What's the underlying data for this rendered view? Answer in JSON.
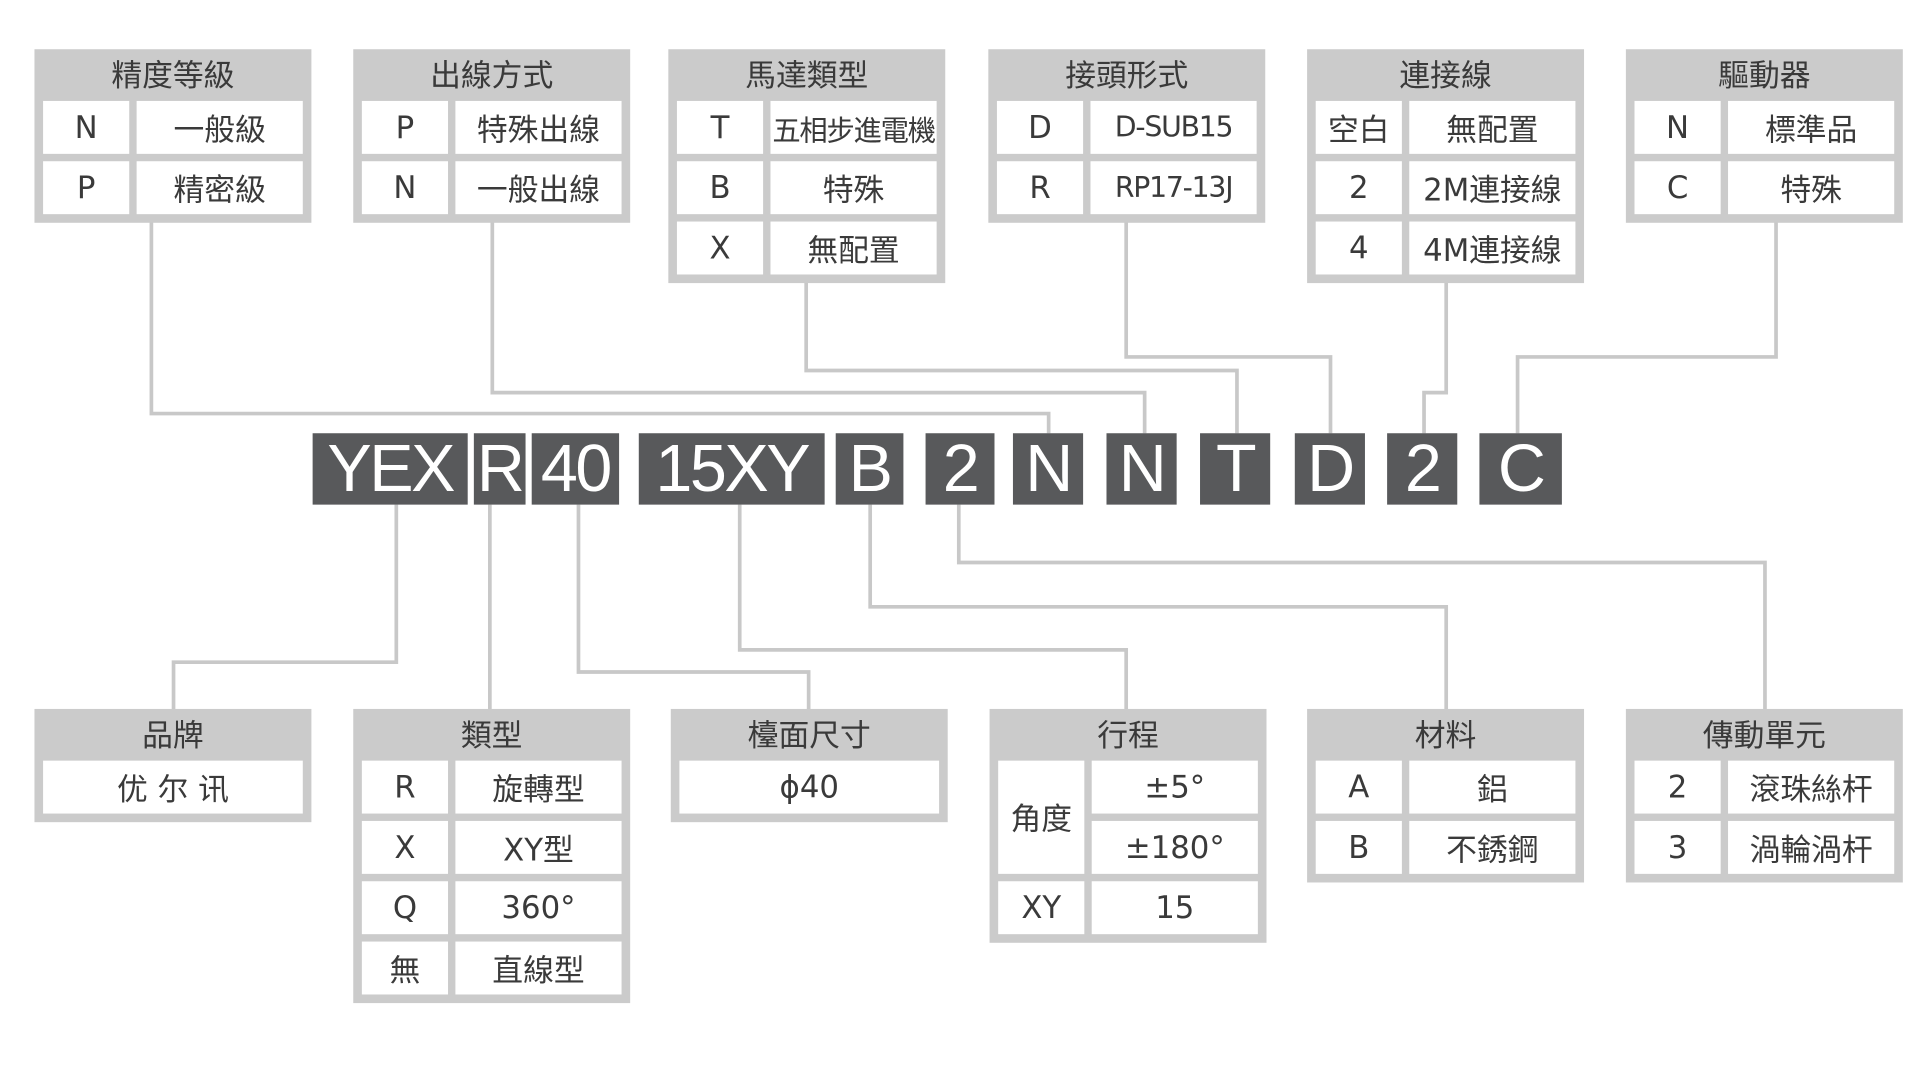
{
  "top_groups": [
    {
      "title": "精度等級",
      "rows": [
        [
          "N",
          "一般級"
        ],
        [
          "P",
          "精密級"
        ]
      ]
    },
    {
      "title": "出線方式",
      "rows": [
        [
          "P",
          "特殊出線"
        ],
        [
          "N",
          "一般出線"
        ]
      ]
    },
    {
      "title": "馬達類型",
      "rows": [
        [
          "T",
          "五相步進電機"
        ],
        [
          "B",
          "特殊"
        ],
        [
          "X",
          "無配置"
        ]
      ]
    },
    {
      "title": "接頭形式",
      "rows": [
        [
          "D",
          "D-SUB15"
        ],
        [
          "R",
          "RP17-13J"
        ]
      ]
    },
    {
      "title": "連接線",
      "rows": [
        [
          "空白",
          "無配置"
        ],
        [
          "2",
          "2M連接線"
        ],
        [
          "4",
          "4M連接線"
        ]
      ]
    },
    {
      "title": "驅動器",
      "rows": [
        [
          "N",
          "標準品"
        ],
        [
          "C",
          "特殊"
        ]
      ]
    }
  ],
  "code_segments": [
    "YEX",
    "R",
    "40",
    "15XY",
    "B",
    "2",
    "N",
    "N",
    "T",
    "D",
    "2",
    "C"
  ],
  "bottom_groups": [
    {
      "title": "品牌",
      "full": "优 尔 讯"
    },
    {
      "title": "類型",
      "rows": [
        [
          "R",
          "旋轉型"
        ],
        [
          "X",
          "XY型"
        ],
        [
          "Q",
          "360°"
        ],
        [
          "無",
          "直線型"
        ]
      ]
    },
    {
      "title": "檯面尺寸",
      "full": "ϕ40"
    },
    {
      "title": "行程",
      "span_label": "角度",
      "span_values": [
        "±5°",
        "±180°"
      ],
      "rows": [
        [
          "XY",
          "15"
        ]
      ]
    },
    {
      "title": "材料",
      "rows": [
        [
          "A",
          "鋁"
        ],
        [
          "B",
          "不銹鋼"
        ]
      ]
    },
    {
      "title": "傳動單元",
      "rows": [
        [
          "2",
          "滾珠絲杆"
        ],
        [
          "3",
          "渦輪渦杆"
        ]
      ]
    }
  ],
  "colors": {
    "code_bg": "#58595b",
    "box_bg": "#cbcbcb",
    "line": "#c8c8c8"
  }
}
